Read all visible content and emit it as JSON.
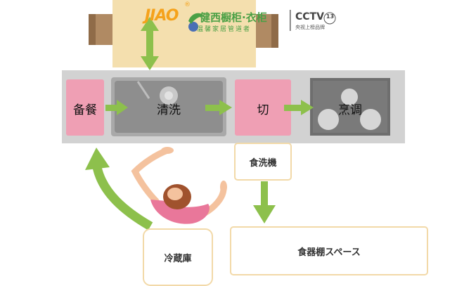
{
  "zones": [
    {
      "label": "备餐"
    },
    {
      "label": "清洗"
    },
    {
      "label": "切"
    },
    {
      "label": "烹调"
    }
  ],
  "appliances": {
    "dishwasher": "食洗機",
    "fridge": "冷蔵庫",
    "cupboard": "食器棚スペース"
  },
  "logo": {
    "brand": "JIAO",
    "registered": "®",
    "name": "健西橱柜·衣柜",
    "subtitle": "温馨家居管道者",
    "tv": "CCTV",
    "tv_channel": "13",
    "tv_sub": "央视上榜品牌"
  },
  "colors": {
    "arrow": "#8dc04c",
    "prep": "#ef9fb4",
    "sink": "#8e8e8e",
    "counter": "#d2d2d2",
    "stove": "#6e6e6e",
    "table": "#f4dfae",
    "chair": "#b08a63",
    "brand_orange": "#f5a21b",
    "brand_green": "#4aa045",
    "box_border": "#f2d9a8"
  }
}
